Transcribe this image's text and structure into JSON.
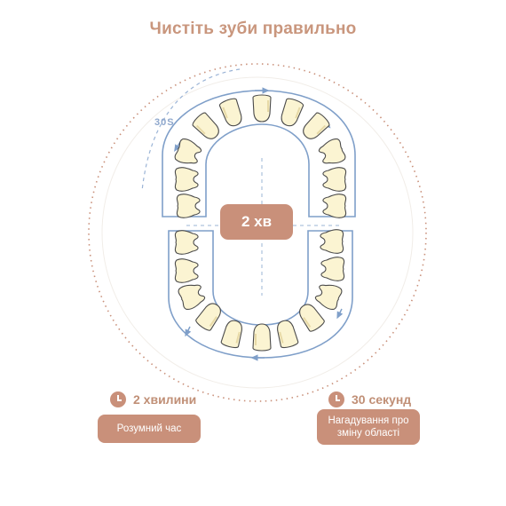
{
  "title": "Чистіть зуби правильно",
  "center_label": "2 хв",
  "timer_label": "30S",
  "left_info": {
    "heading": "2 хвилини",
    "pill": "Розумний час",
    "icon": "clock-icon"
  },
  "right_info": {
    "heading": "30 секунд",
    "pill": "Нагадування про зміну області",
    "icon": "clock-icon"
  },
  "colors": {
    "accent": "#c9907a",
    "title": "#c9967d",
    "outline": "#7f9fc9",
    "tooth_fill": "#fbf4d2",
    "tooth_stroke": "#4a4a4a",
    "dotted_circle": "#c9907a"
  }
}
